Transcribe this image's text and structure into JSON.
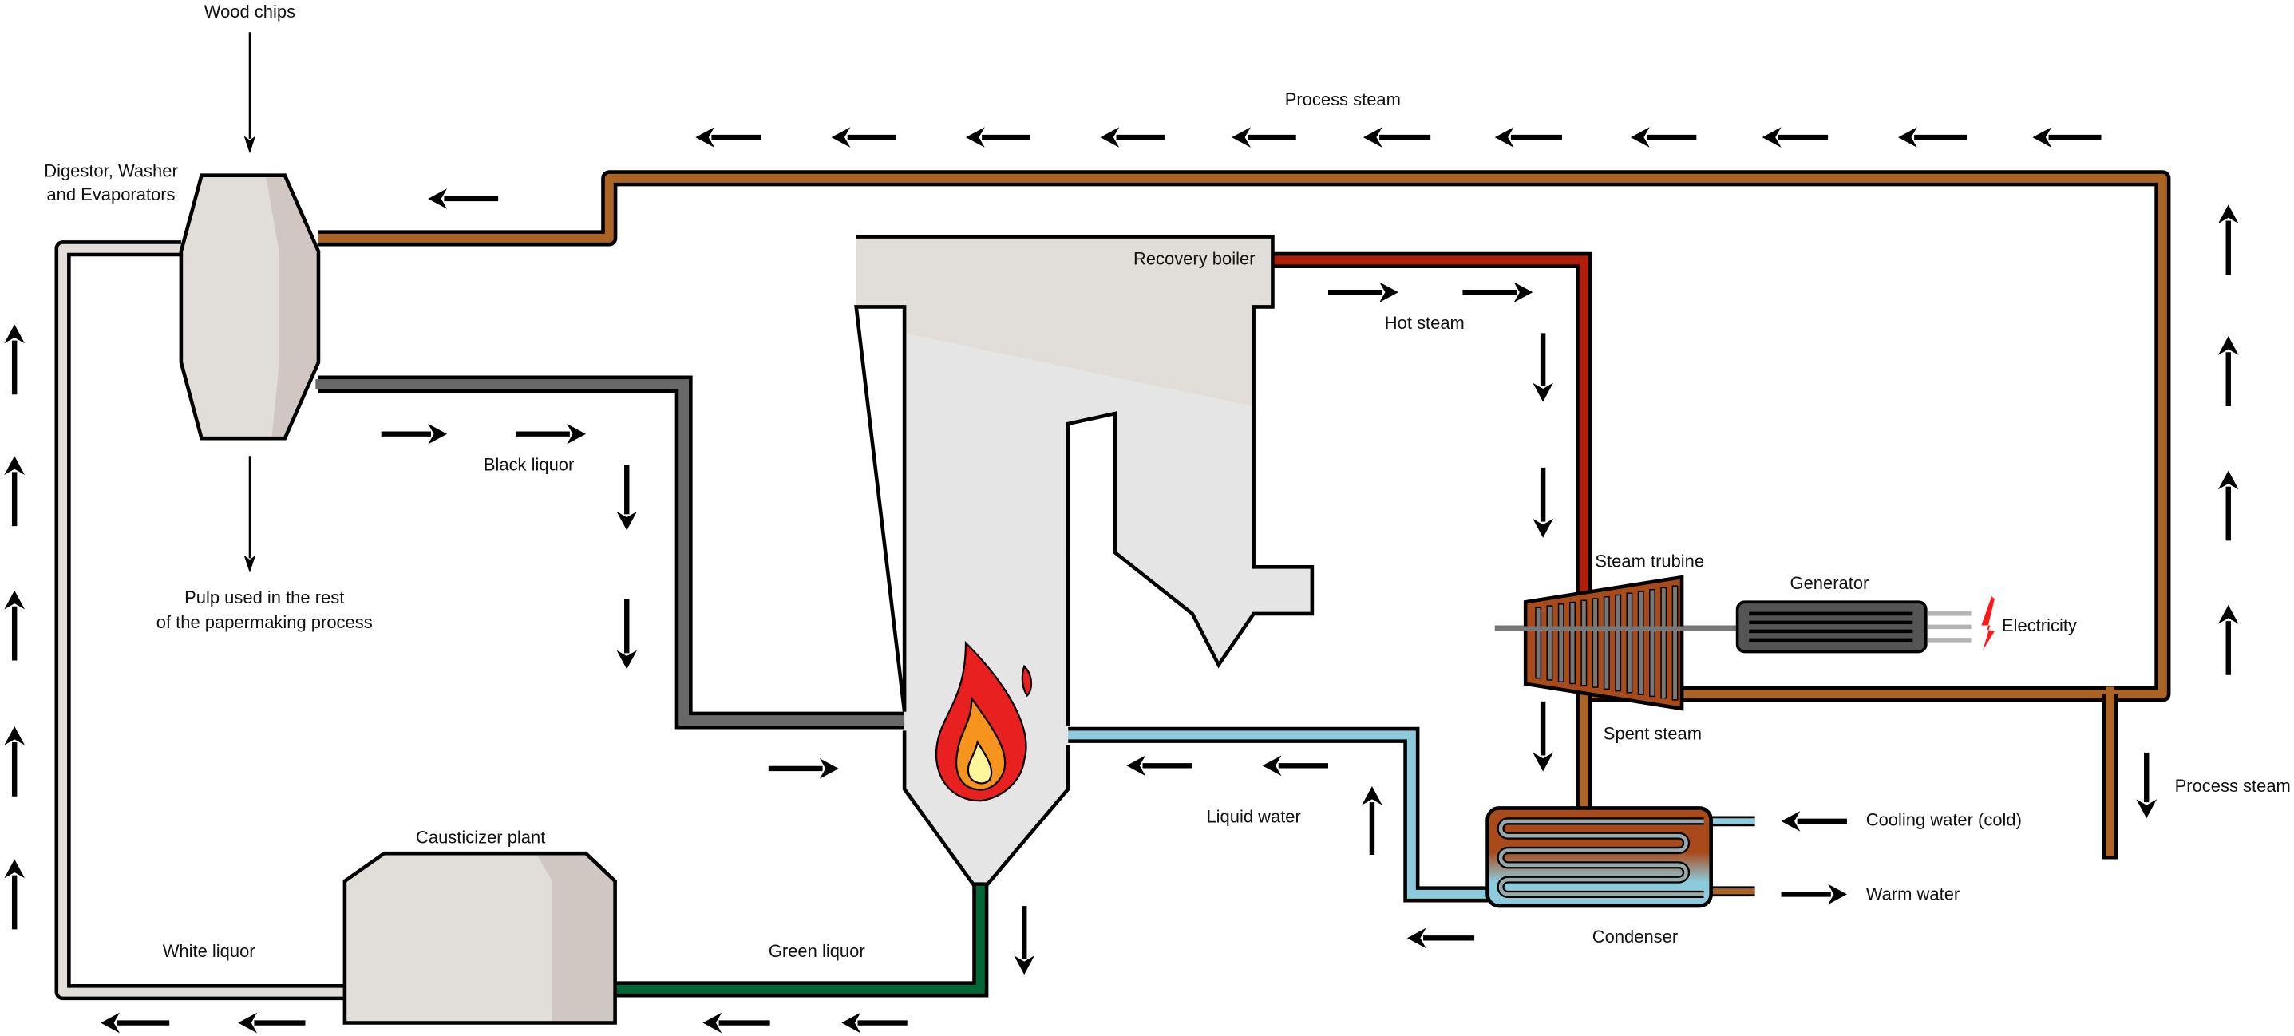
{
  "labels": {
    "wood_chips": "Wood chips",
    "digestor_1": "Digestor, Washer",
    "digestor_2": "and Evaporators",
    "process_steam_top": "Process steam",
    "recovery_boiler": "Recovery boiler",
    "hot_steam": "Hot steam",
    "black_liquor": "Black liquor",
    "pulp_1": "Pulp used in the rest",
    "pulp_2": "of the papermaking process",
    "steam_turbine": "Steam trubine",
    "generator": "Generator",
    "electricity": "Electricity",
    "spent_steam": "Spent steam",
    "process_steam_right": "Process steam",
    "liquid_water": "Liquid water",
    "cooling_water": "Cooling water (cold)",
    "warm_water": "Warm water",
    "condenser": "Condenser",
    "causticizer": "Causticizer plant",
    "white_liquor": "White liquor",
    "green_liquor": "Green liquor"
  },
  "colors": {
    "process_steam": "#ab6423",
    "hot_steam": "#b01e0a",
    "black_liquor": "#686868",
    "white_liquor": "#e1ddd8",
    "green_liquor": "#006837",
    "liquid_water": "#8ccbdc",
    "vessel_light": "#e1ddd8",
    "vessel_shade": "#d1c7c2",
    "boiler_body": "#e5e5e5",
    "electricity": "#ff1a1a"
  }
}
